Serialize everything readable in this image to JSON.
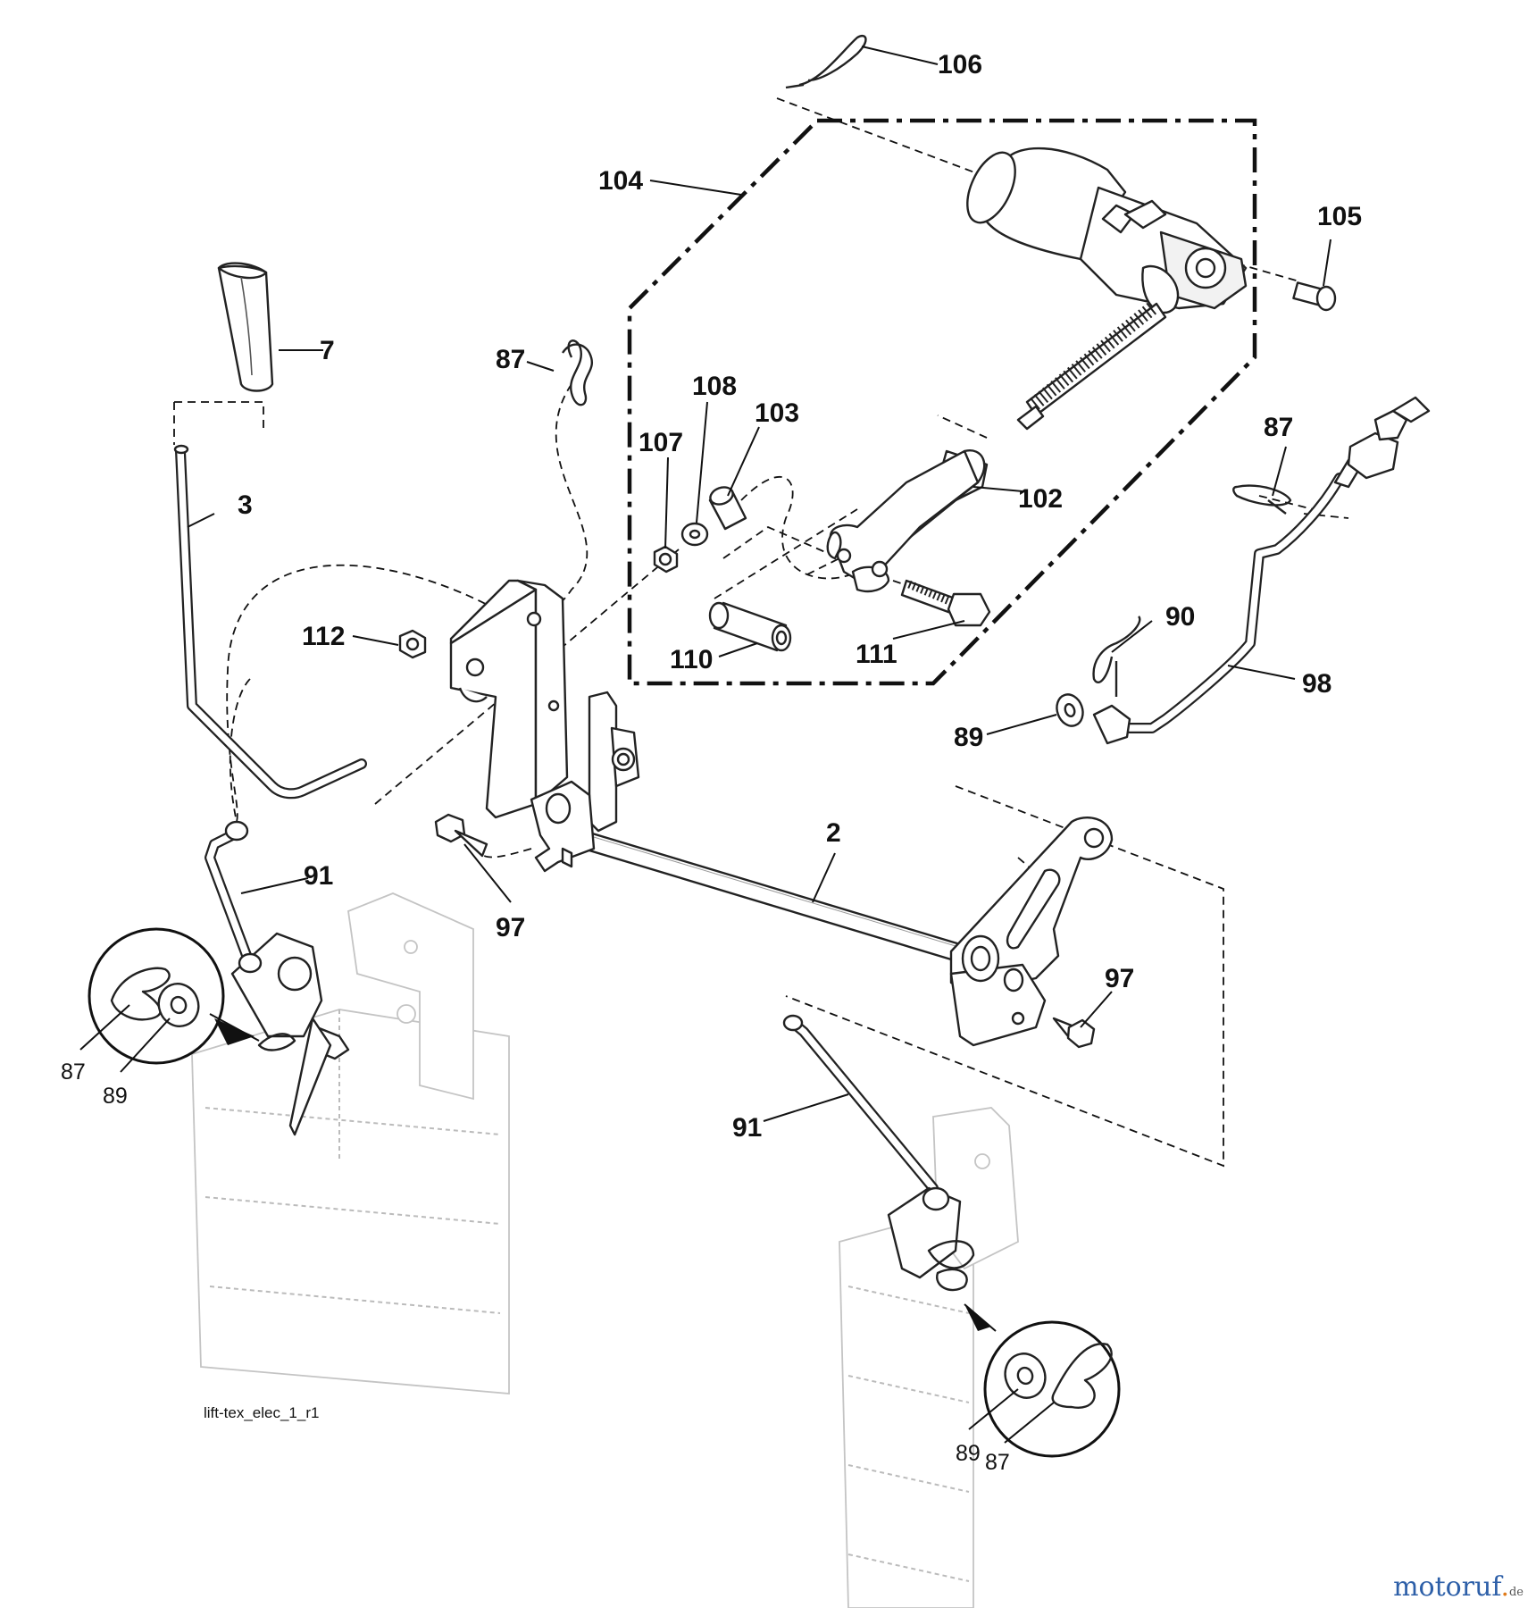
{
  "diagram": {
    "code": "lift-tex_elec_1_r1",
    "brand": {
      "main": "motoruf",
      "dot": ".",
      "suffix": "de"
    },
    "callouts": [
      {
        "id": "c106",
        "text": "106"
      },
      {
        "id": "c104",
        "text": "104"
      },
      {
        "id": "c105",
        "text": "105"
      },
      {
        "id": "c7",
        "text": "7"
      },
      {
        "id": "c87a",
        "text": "87"
      },
      {
        "id": "c108",
        "text": "108"
      },
      {
        "id": "c103",
        "text": "103"
      },
      {
        "id": "c107",
        "text": "107"
      },
      {
        "id": "c87b",
        "text": "87"
      },
      {
        "id": "c3",
        "text": "3"
      },
      {
        "id": "c102",
        "text": "102"
      },
      {
        "id": "c112",
        "text": "112"
      },
      {
        "id": "c110",
        "text": "110"
      },
      {
        "id": "c111",
        "text": "111"
      },
      {
        "id": "c90",
        "text": "90"
      },
      {
        "id": "c98",
        "text": "98"
      },
      {
        "id": "c89a",
        "text": "89"
      },
      {
        "id": "c2",
        "text": "2"
      },
      {
        "id": "c91a",
        "text": "91"
      },
      {
        "id": "c97a",
        "text": "97"
      },
      {
        "id": "c97b",
        "text": "97"
      },
      {
        "id": "c91b",
        "text": "91"
      },
      {
        "id": "c87c",
        "text": "87"
      },
      {
        "id": "c89b",
        "text": "89"
      },
      {
        "id": "c89c",
        "text": "89"
      },
      {
        "id": "c87d",
        "text": "87"
      }
    ]
  }
}
